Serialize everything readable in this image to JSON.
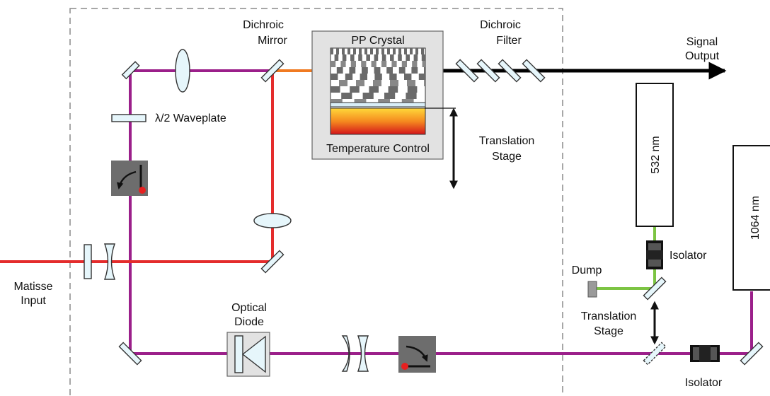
{
  "labels": {
    "dichroic_mirror": [
      "Dichroic",
      "Mirror"
    ],
    "pp_crystal": "PP Crystal",
    "temperature_control": "Temperature Control",
    "dichroic_filter": [
      "Dichroic",
      "Filter"
    ],
    "signal_output": [
      "Signal",
      "Output"
    ],
    "waveplate": "λ/2 Waveplate",
    "translation_stage_top": [
      "Translation",
      "Stage"
    ],
    "laser_532": "532 nm",
    "laser_1064": "1064 nm",
    "isolator_upper": "Isolator",
    "isolator_lower": "Isolator",
    "dump": "Dump",
    "translation_stage_bottom": [
      "Translation",
      "Stage"
    ],
    "matisse_input": [
      "Matisse",
      "Input"
    ],
    "optical_diode": [
      "Optical",
      "Diode"
    ]
  },
  "colors": {
    "opo_beam": "#9b1f8a",
    "pump_beam": "#e42c2c",
    "idler_beam": "#f07a21",
    "green_beam": "#7cc443",
    "signal_beam": "#000000",
    "indicator": "#e62020"
  },
  "icons": {
    "flip_mount": "flip-mount-icon",
    "optical_diode": "optical-diode-icon"
  }
}
